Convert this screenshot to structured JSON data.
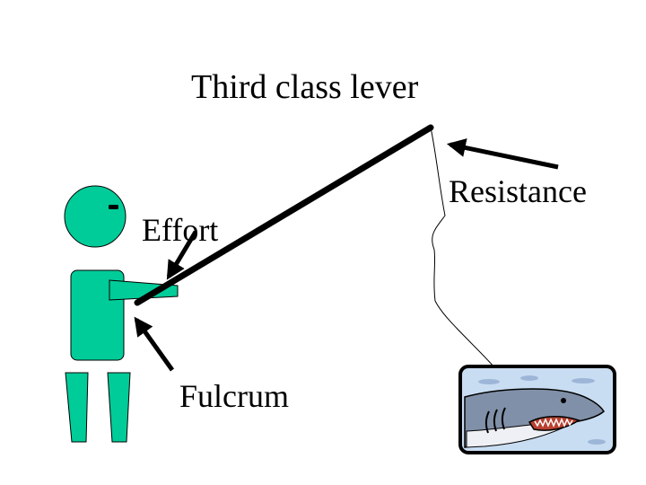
{
  "diagram": {
    "title": "Third class lever",
    "labels": {
      "effort": "Effort",
      "resistance": "Resistance",
      "fulcrum": "Fulcrum"
    },
    "colors": {
      "figure": "#00cc99",
      "ink": "#000000",
      "background": "#ffffff",
      "water": "#c9ddf2",
      "shark_body": "#8090a8",
      "shark_belly": "#eef0f5",
      "mouth": "#b84030"
    },
    "icons": [
      "person-figure",
      "fishing-rod",
      "fishing-line",
      "shark-picture",
      "arrow-icon"
    ]
  }
}
